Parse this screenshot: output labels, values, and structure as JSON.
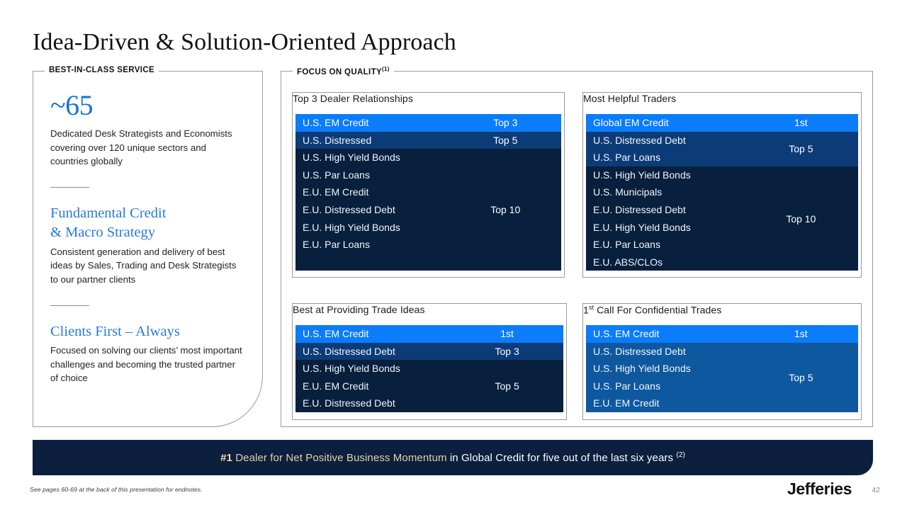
{
  "title": "Idea-Driven & Solution-Oriented Approach",
  "left_panel": {
    "legend": "BEST-IN-CLASS SERVICE",
    "blocks": [
      {
        "stat": "~65",
        "heading": "",
        "text": "Dedicated Desk Strategists and Economists covering over 120 unique sectors and countries globally"
      },
      {
        "stat": "",
        "heading": "Fundamental Credit & Macro Strategy",
        "heading_line1": "Fundamental Credit",
        "heading_line2": "& Macro Strategy",
        "text": "Consistent generation and delivery of best ideas by Sales, Trading and Desk Strategists to our partner clients"
      },
      {
        "stat": "",
        "heading": "Clients First – Always",
        "text": "Focused on solving our clients’ most important challenges and becoming the trusted partner of choice"
      }
    ]
  },
  "focus_panel": {
    "legend": "FOCUS ON QUALITY",
    "legend_superscript": "(1)",
    "cards": [
      {
        "title": "Top 3 Dealer Relationships",
        "title_superscript": "",
        "groups": [
          {
            "rank": "Top 3",
            "tone": "tone-bright",
            "items": [
              "U.S. EM Credit"
            ]
          },
          {
            "rank": "Top 5",
            "tone": "tone-mid",
            "items": [
              "U.S. Distressed"
            ]
          },
          {
            "rank": "Top 10",
            "tone": "tone-dark",
            "items": [
              "U.S. High Yield Bonds",
              "U.S. Par Loans",
              "E.U. EM Credit",
              "E.U. Distressed Debt",
              "E.U. High Yield Bonds",
              "E.U. Par Loans"
            ]
          }
        ]
      },
      {
        "title": "Most Helpful Traders",
        "title_superscript": "",
        "groups": [
          {
            "rank": "1st",
            "tone": "tone-bright",
            "items": [
              "Global EM Credit"
            ]
          },
          {
            "rank": "Top 5",
            "tone": "tone-mid",
            "items": [
              "U.S. Distressed Debt",
              "U.S. Par Loans"
            ]
          },
          {
            "rank": "Top 10",
            "tone": "tone-dark",
            "items": [
              "U.S. High Yield Bonds",
              "U.S. Municipals",
              "E.U. Distressed Debt",
              "E.U. High Yield Bonds",
              "E.U. Par Loans",
              "E.U. ABS/CLOs"
            ]
          }
        ]
      },
      {
        "title": "Best at Providing Trade Ideas",
        "title_superscript": "",
        "groups": [
          {
            "rank": "1st",
            "tone": "tone-bright",
            "items": [
              "U.S. EM Credit"
            ]
          },
          {
            "rank": "Top 3",
            "tone": "tone-mid",
            "items": [
              "U.S. Distressed Debt"
            ]
          },
          {
            "rank": "Top 5",
            "tone": "tone-dark",
            "items": [
              "U.S. High Yield Bonds",
              "E.U. EM Credit",
              "E.U. Distressed Debt"
            ]
          }
        ]
      },
      {
        "title": "1st Call For Confidential Trades",
        "title_prefix": "1",
        "title_superscript": "st",
        "title_rest": " Call For Confidential Trades",
        "groups": [
          {
            "rank": "1st",
            "tone": "tone-bright",
            "items": [
              "U.S. EM Credit"
            ]
          },
          {
            "rank": "Top 5",
            "tone": "tone-blue",
            "items": [
              "U.S. Distressed Debt",
              "U.S. High Yield Bonds",
              "U.S. Par Loans",
              "E.U. EM Credit"
            ]
          }
        ]
      }
    ]
  },
  "banner": {
    "rank": "#1",
    "highlight": " Dealer for Net Positive Business Momentum",
    "rest": " in Global Credit for five out of the last six years ",
    "superscript": "(2)"
  },
  "footer": {
    "note": "See pages 60-69 at the back of this presentation for endnotes.",
    "logo": "Jefferies",
    "page_number": "42"
  },
  "colors": {
    "accent_blue": "#1673d4",
    "bright_blue": "#0b7cfa",
    "mid_blue": "#0c3c77",
    "medium_blue": "#0e58a0",
    "dark_navy": "#081f3e",
    "banner_bg": "#0c1f3f",
    "gold": "#e5d2a0"
  }
}
